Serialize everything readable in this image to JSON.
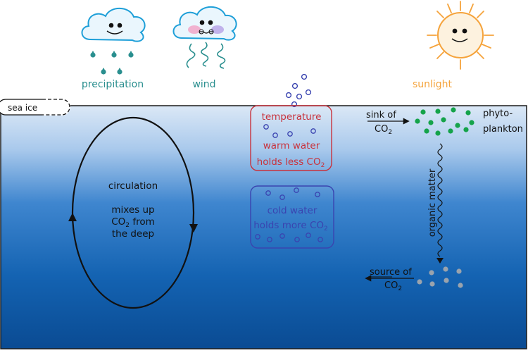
{
  "labels": {
    "sea_ice": "sea ice",
    "precipitation": "precipitation",
    "wind": "wind",
    "sunlight": "sunlight",
    "temperature": "temperature",
    "warm_water_line1": "warm water",
    "warm_water_line2": "holds less CO",
    "cold_water_line1": "cold water",
    "cold_water_line2": "holds more CO",
    "circulation": "circulation",
    "mixes_line1": "mixes up",
    "mixes_line2": "CO",
    "mixes_line2_tail": " from",
    "mixes_line3": "the deep",
    "sink_of": "sink of",
    "source_of": "source of",
    "co": "CO",
    "subscript_two": "2",
    "phytoplankton_line1": "phyto-",
    "phytoplankton_line2": "plankton",
    "organic_matter": "organic matter"
  },
  "colors": {
    "teal": "#2a8f8f",
    "sun": "#f5a33b",
    "warm": "#c8323c",
    "cold": "#3a44b0",
    "plankton": "#15a34a",
    "detritus": "#9aa3ad",
    "cloud": "#1e9fd8",
    "ocean_top": "#d8e7f6",
    "ocean_bottom": "#0a4a92"
  },
  "icons": {
    "precipitation_cloud": "rain-cloud-icon",
    "wind_cloud": "wind-cloud-icon",
    "sun": "sun-icon"
  }
}
